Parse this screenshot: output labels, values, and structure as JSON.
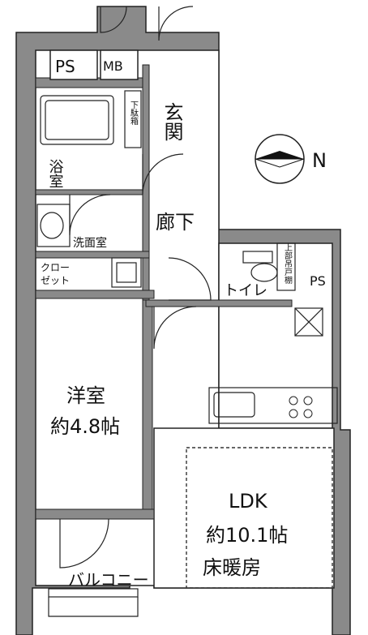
{
  "rooms": {
    "ps_top": "PS",
    "mb": "MB",
    "genkan": "玄関",
    "shoe_storage": "下駄箱",
    "bathroom": "浴室",
    "hallway": "廊下",
    "washroom": "洗面室",
    "closet_line1": "クロー",
    "closet_line2": "ゼット",
    "storage_upper": "上部吊戸棚",
    "toilet": "トイレ",
    "ps_right": "PS",
    "western_room_name": "洋室",
    "western_room_size": "約4.8帖",
    "ldk_name": "LDK",
    "ldk_size": "約10.1帖",
    "ldk_floor_heating": "床暖房",
    "balcony": "バルコニー"
  },
  "compass": {
    "label": "N",
    "direction": "east"
  }
}
